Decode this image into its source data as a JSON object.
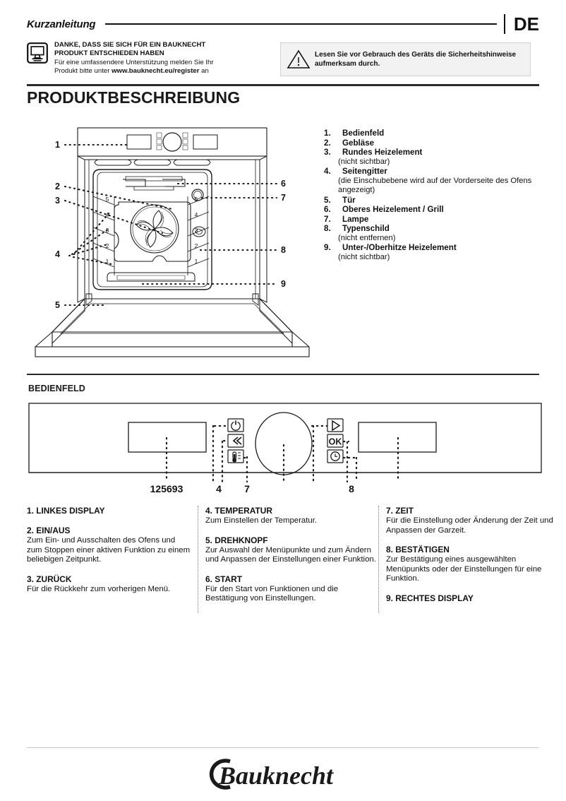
{
  "header": {
    "title": "Kurzanleitung",
    "language": "DE"
  },
  "thanks": {
    "icon": "monitor-icon",
    "line1": "DANKE, DASS SIE SICH FÜR EIN BAUKNECHT",
    "line2": "PRODUKT ENTSCHIEDEN HABEN",
    "line3": "Für eine umfassendere Unterstützung melden Sie Ihr",
    "line4_pre": "Produkt bitte unter ",
    "line4_url": "www.bauknecht.eu/register",
    "line4_post": " an"
  },
  "warning": {
    "icon": "warning-triangle-icon",
    "text": "Lesen Sie vor Gebrauch des Geräts die Sicherheitshinweise aufmerksam durch."
  },
  "sections": {
    "product_description_title": "PRODUKTBESCHREIBUNG",
    "control_panel_title": "BEDIENFELD"
  },
  "parts": [
    {
      "num": "1.",
      "label": "Bedienfeld",
      "note": ""
    },
    {
      "num": "2.",
      "label": "Gebläse",
      "note": ""
    },
    {
      "num": "3.",
      "label": "Rundes Heizelement",
      "note": "(nicht sichtbar)"
    },
    {
      "num": "4.",
      "label": "Seitengitter",
      "note": "(die Einschubebene wird auf der Vorderseite des Ofens angezeigt)"
    },
    {
      "num": "5.",
      "label": "Tür",
      "note": ""
    },
    {
      "num": "6.",
      "label": "Oberes Heizelement / Grill",
      "note": ""
    },
    {
      "num": "7.",
      "label": "Lampe",
      "note": ""
    },
    {
      "num": "8.",
      "label": "Typenschild",
      "note": "(nicht entfernen)"
    },
    {
      "num": "9.",
      "label": "Unter-/Oberhitze Heizelement",
      "note": "(nicht sichtbar)"
    }
  ],
  "oven_diagram": {
    "left_callouts": [
      "1",
      "2",
      "3",
      "4",
      "5"
    ],
    "right_callouts": [
      "6",
      "7",
      "8",
      "9"
    ],
    "shelf_levels_left": [
      "5",
      "4",
      "3",
      "2",
      "1"
    ],
    "shelf_levels_right": [
      "4",
      "3",
      "2",
      "1"
    ]
  },
  "control_panel_diagram": {
    "callout_group": "125693",
    "callout_4": "4",
    "callout_7": "7",
    "callout_8": "8",
    "ok_label": "OK",
    "icons": [
      "power-icon",
      "back-icon",
      "temperature-icon",
      "start-icon",
      "ok-icon",
      "clock-icon"
    ]
  },
  "descriptions": {
    "column1": [
      {
        "head": "1. LINKES DISPLAY",
        "body": ""
      },
      {
        "head": "2. EIN/AUS",
        "body": "Zum Ein- und Ausschalten des Ofens und zum Stoppen einer aktiven Funktion zu einem beliebigen Zeitpunkt."
      },
      {
        "head": "3. ZURÜCK",
        "body": "Für die Rückkehr zum vorherigen Menü."
      }
    ],
    "column2": [
      {
        "head": "4. TEMPERATUR",
        "body": "Zum Einstellen der Temperatur."
      },
      {
        "head": "5. DREHKNOPF",
        "body": "Zur Auswahl der Menüpunkte und zum Ändern und Anpassen der Einstellungen einer Funktion."
      },
      {
        "head": "6. START",
        "body": "Für den Start von Funktionen und die Bestätigung von Einstellungen."
      }
    ],
    "column3": [
      {
        "head": "7. ZEIT",
        "body": "Für die Einstellung oder Änderung der Zeit und Anpassen der Garzeit."
      },
      {
        "head": "8. BESTÄTIGEN",
        "body": "Zur Bestätigung eines ausgewählten Menüpunkts oder der Einstellungen für eine Funktion."
      },
      {
        "head": "9. RECHTES DISPLAY",
        "body": ""
      }
    ]
  },
  "footer": {
    "brand": "Bauknecht"
  },
  "colors": {
    "ink": "#1a1a1a",
    "rule": "#2a2a2a",
    "warn_bg": "#f2f2f2",
    "warn_border": "#d2d2d2"
  }
}
